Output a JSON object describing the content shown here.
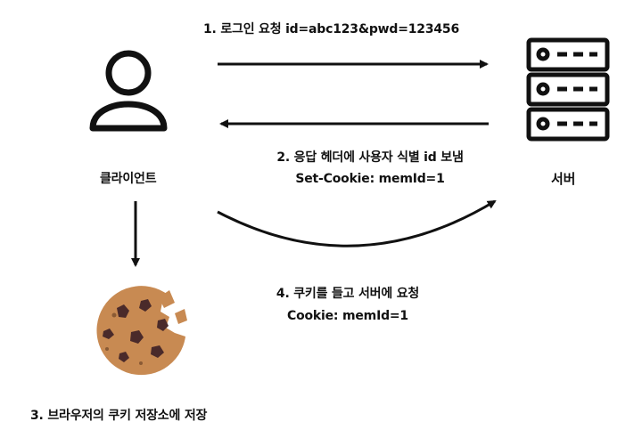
{
  "nodes": {
    "client_label": "클라이언트",
    "server_label": "서버"
  },
  "steps": {
    "step1": "1. 로그인 요청 id=abc123&pwd=123456",
    "step2_line1": "2. 응답 헤더에 사용자 식별 id 보냄",
    "step2_line2": "Set-Cookie: memId=1",
    "step3": "3. 브라우저의 쿠키 저장소에 저장",
    "step4_line1": "4. 쿠키를 들고 서버에 요청",
    "step4_line2": "Cookie: memId=1"
  },
  "colors": {
    "ink": "#111111",
    "cookie": "#c88a52",
    "cookie_chip": "#4a2a2a"
  },
  "icons": {
    "client": "user-icon",
    "server": "server-icon",
    "cookie": "cookie-icon"
  }
}
